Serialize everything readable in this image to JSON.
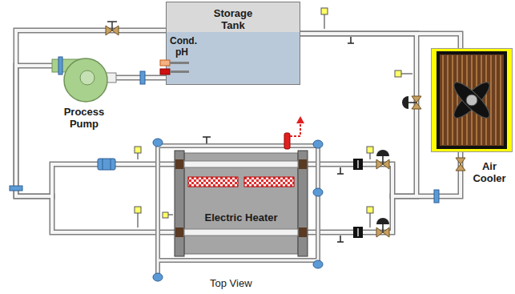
{
  "diagram": {
    "nodes": [
      {
        "text": [
          "Storage Tank"
        ]
      },
      {
        "text": [
          "Process Pump"
        ]
      },
      {
        "text": [
          "Electric Heater"
        ]
      },
      {
        "text": [
          "Air Cooler"
        ]
      }
    ],
    "edges": [
      {
        "from": 0,
        "to": 1,
        "arrow": "none"
      },
      {
        "from": 1,
        "to": 2,
        "arrow": "none"
      },
      {
        "from": 0,
        "to": 2,
        "arrow": "none"
      },
      {
        "from": 2,
        "to": 3,
        "arrow": "none"
      },
      {
        "from": 3,
        "to": 0,
        "arrow": "none"
      },
      {
        "from": 2,
        "to": 0,
        "arrow": "none"
      }
    ],
    "labels": [
      "Cond.",
      "pH",
      "Top View"
    ]
  }
}
